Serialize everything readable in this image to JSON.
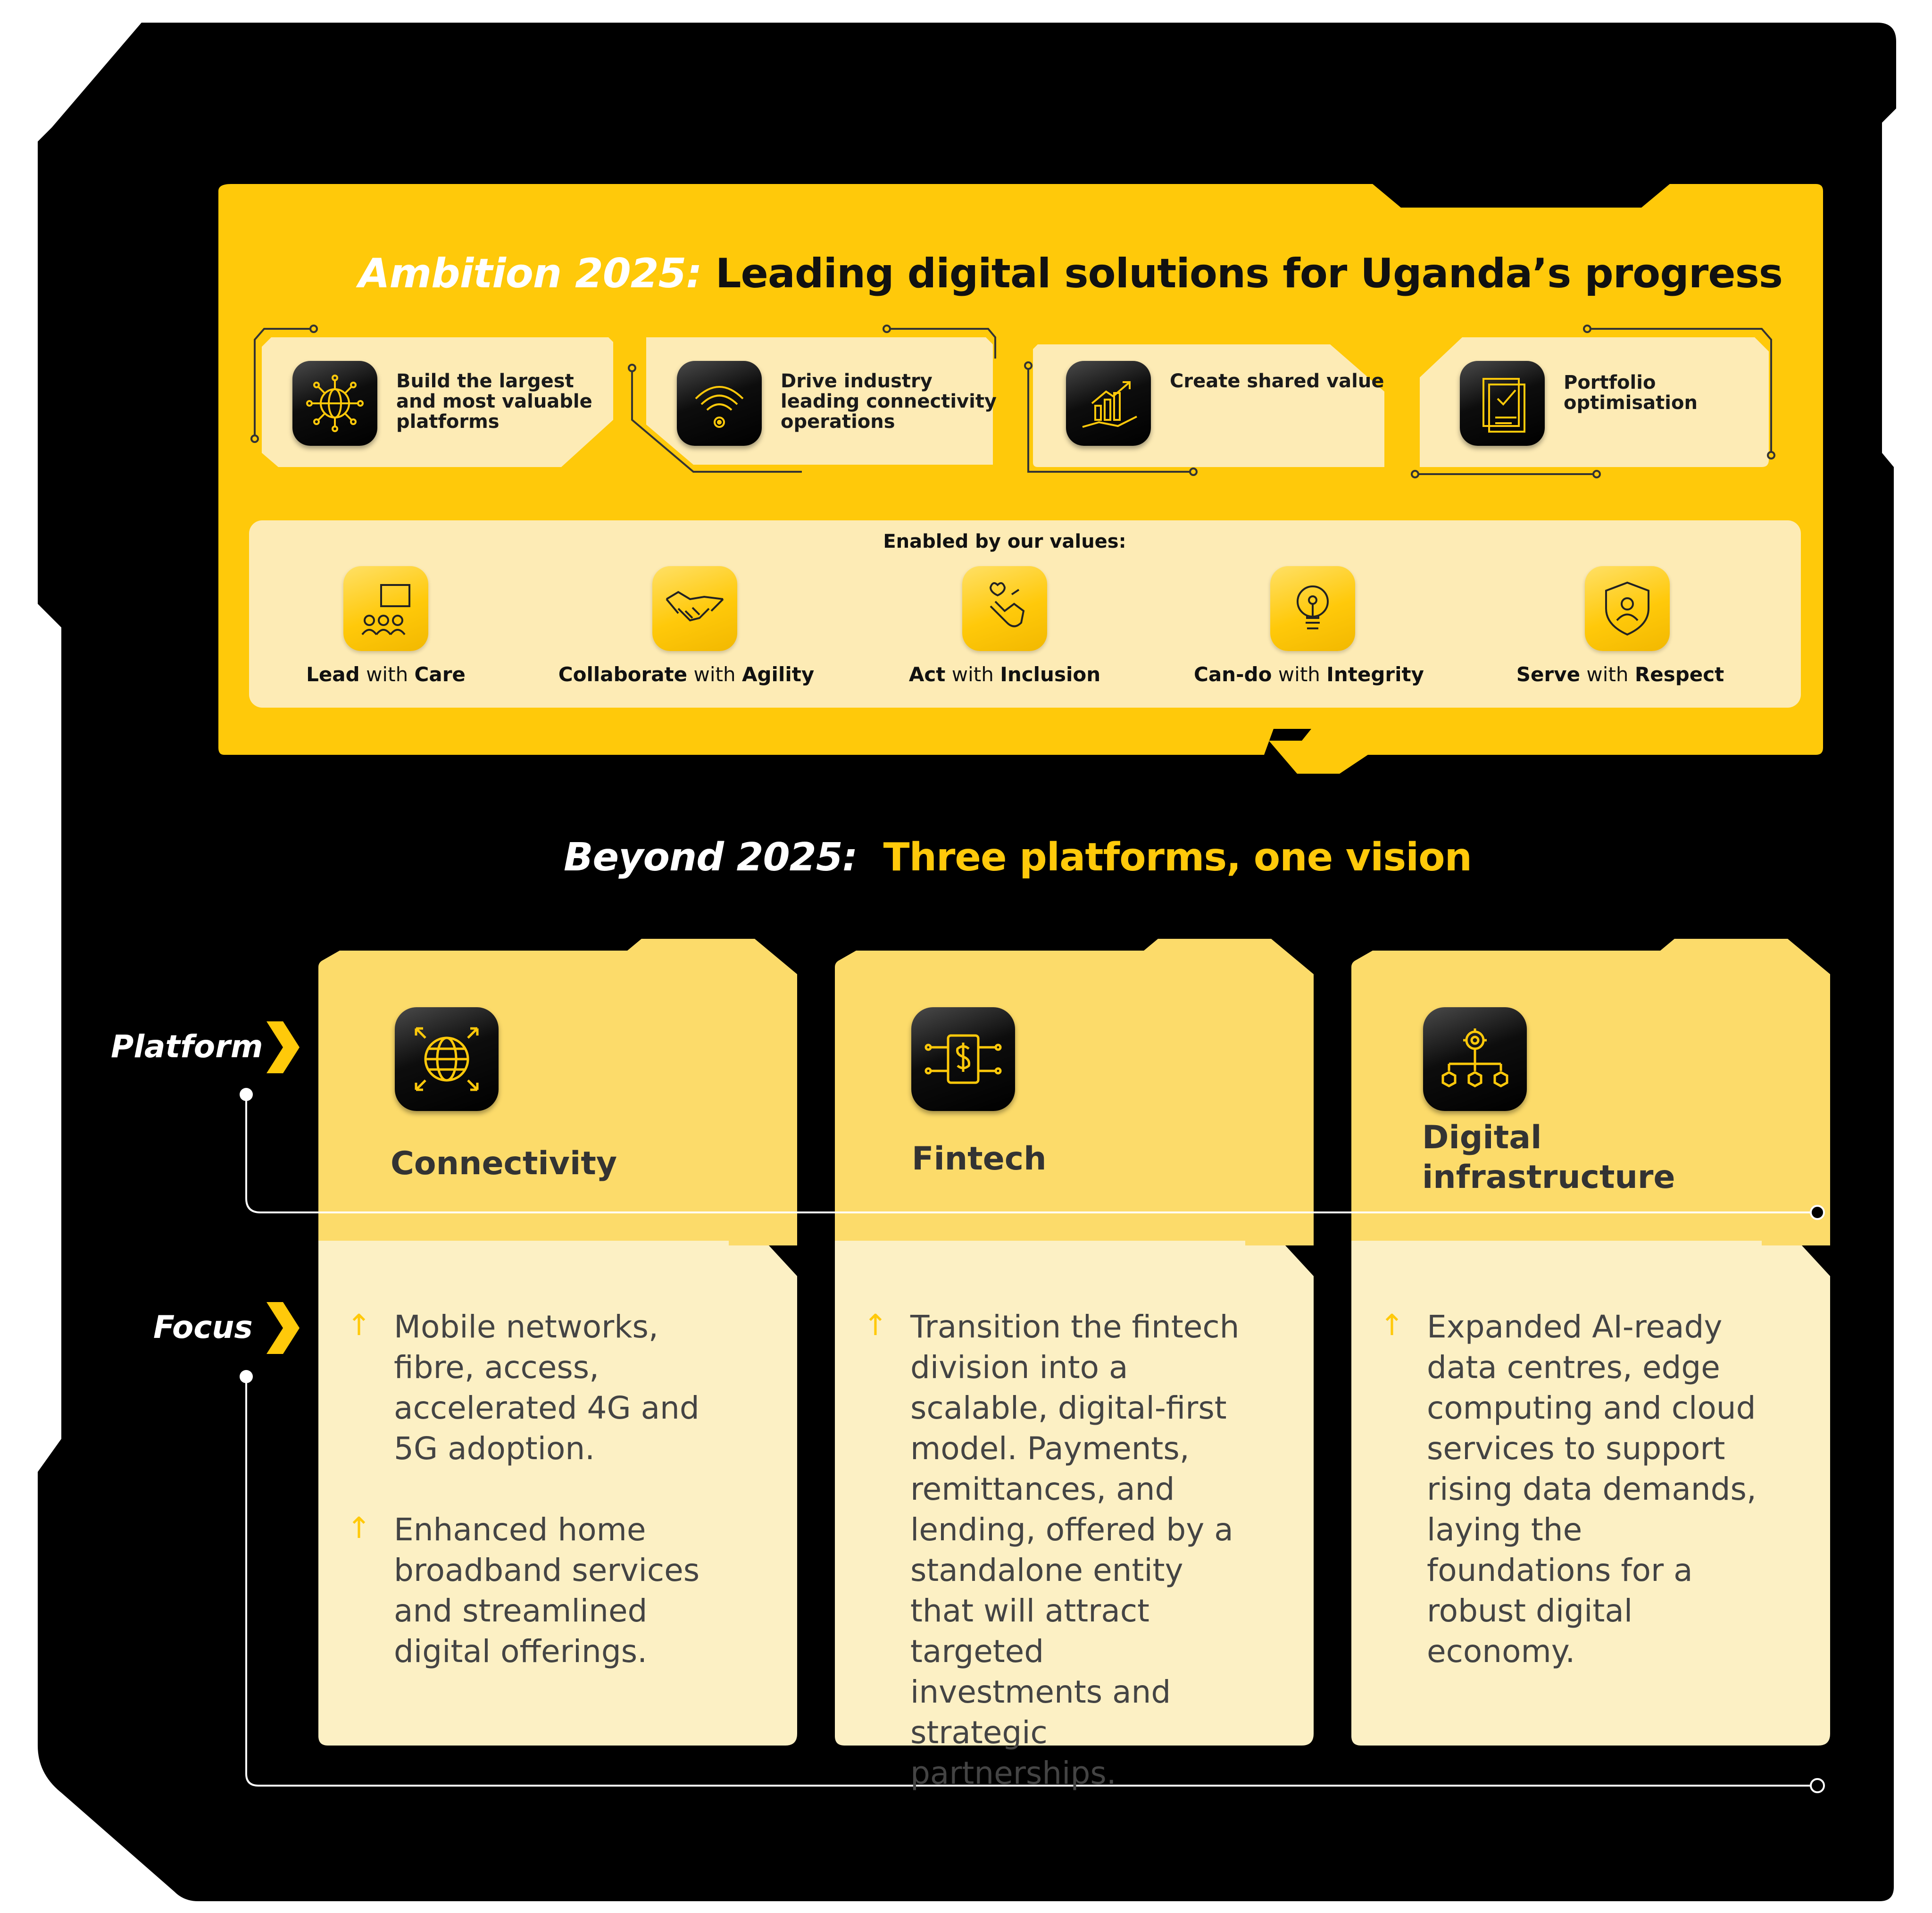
{
  "ambition": {
    "prefix": "Ambition 2025:",
    "title": "Leading digital solutions for Uganda’s progress"
  },
  "pillars": [
    {
      "text": "Build the largest and most valuable platforms",
      "icon": "globe-network-icon"
    },
    {
      "text": "Drive industry leading connectivity operations",
      "icon": "wifi-signal-icon"
    },
    {
      "text": "Create shared value",
      "icon": "hand-growth-chart-icon"
    },
    {
      "text": "Portfolio optimisation",
      "icon": "document-check-icon"
    }
  ],
  "values": {
    "title": "Enabled by our values:",
    "items": [
      {
        "verb": "Lead",
        "with": "with",
        "trait": "Care",
        "icon": "group-presenting-icon"
      },
      {
        "verb": "Collaborate",
        "with": "with",
        "trait": "Agility",
        "icon": "handshake-icon"
      },
      {
        "verb": "Act",
        "with": "with",
        "trait": "Inclusion",
        "icon": "hand-heart-icon"
      },
      {
        "verb": "Can-do",
        "with": "with",
        "trait": "Integrity",
        "icon": "lightbulb-icon"
      },
      {
        "verb": "Serve",
        "with": "with",
        "trait": "Respect",
        "icon": "shield-person-icon"
      }
    ]
  },
  "beyond": {
    "prefix": "Beyond 2025:",
    "title": "Three platforms, one vision"
  },
  "row_labels": {
    "platform": "Platform",
    "focus": "Focus"
  },
  "platforms": [
    {
      "title": "Connectivity",
      "icon": "globe-arrows-icon",
      "bullets": [
        "Mobile networks, fibre, access, accelerated 4G and 5G adoption.",
        "Enhanced home broadband services and streamlined digital offerings."
      ]
    },
    {
      "title": "Fintech",
      "icon": "dollar-circuit-icon",
      "bullets": [
        "Transition the fintech division into a scalable, digital-first model. Payments, remittances, and lending, offered by a standalone entity that will attract targeted investments and strategic partnerships."
      ]
    },
    {
      "title": "Digital infrastructure",
      "icon": "gear-cubes-icon",
      "bullets": [
        "Expanded AI-ready data centres, edge computing and cloud services to support rising data demands, laying the foundations for a robust digital economy."
      ]
    }
  ],
  "colors": {
    "background": "#000000",
    "brand_yellow": "#FFC90A",
    "pale_panel": "#FDEBB5",
    "card_top": "#FCDB6A",
    "card_bottom": "#FCF0C4"
  }
}
